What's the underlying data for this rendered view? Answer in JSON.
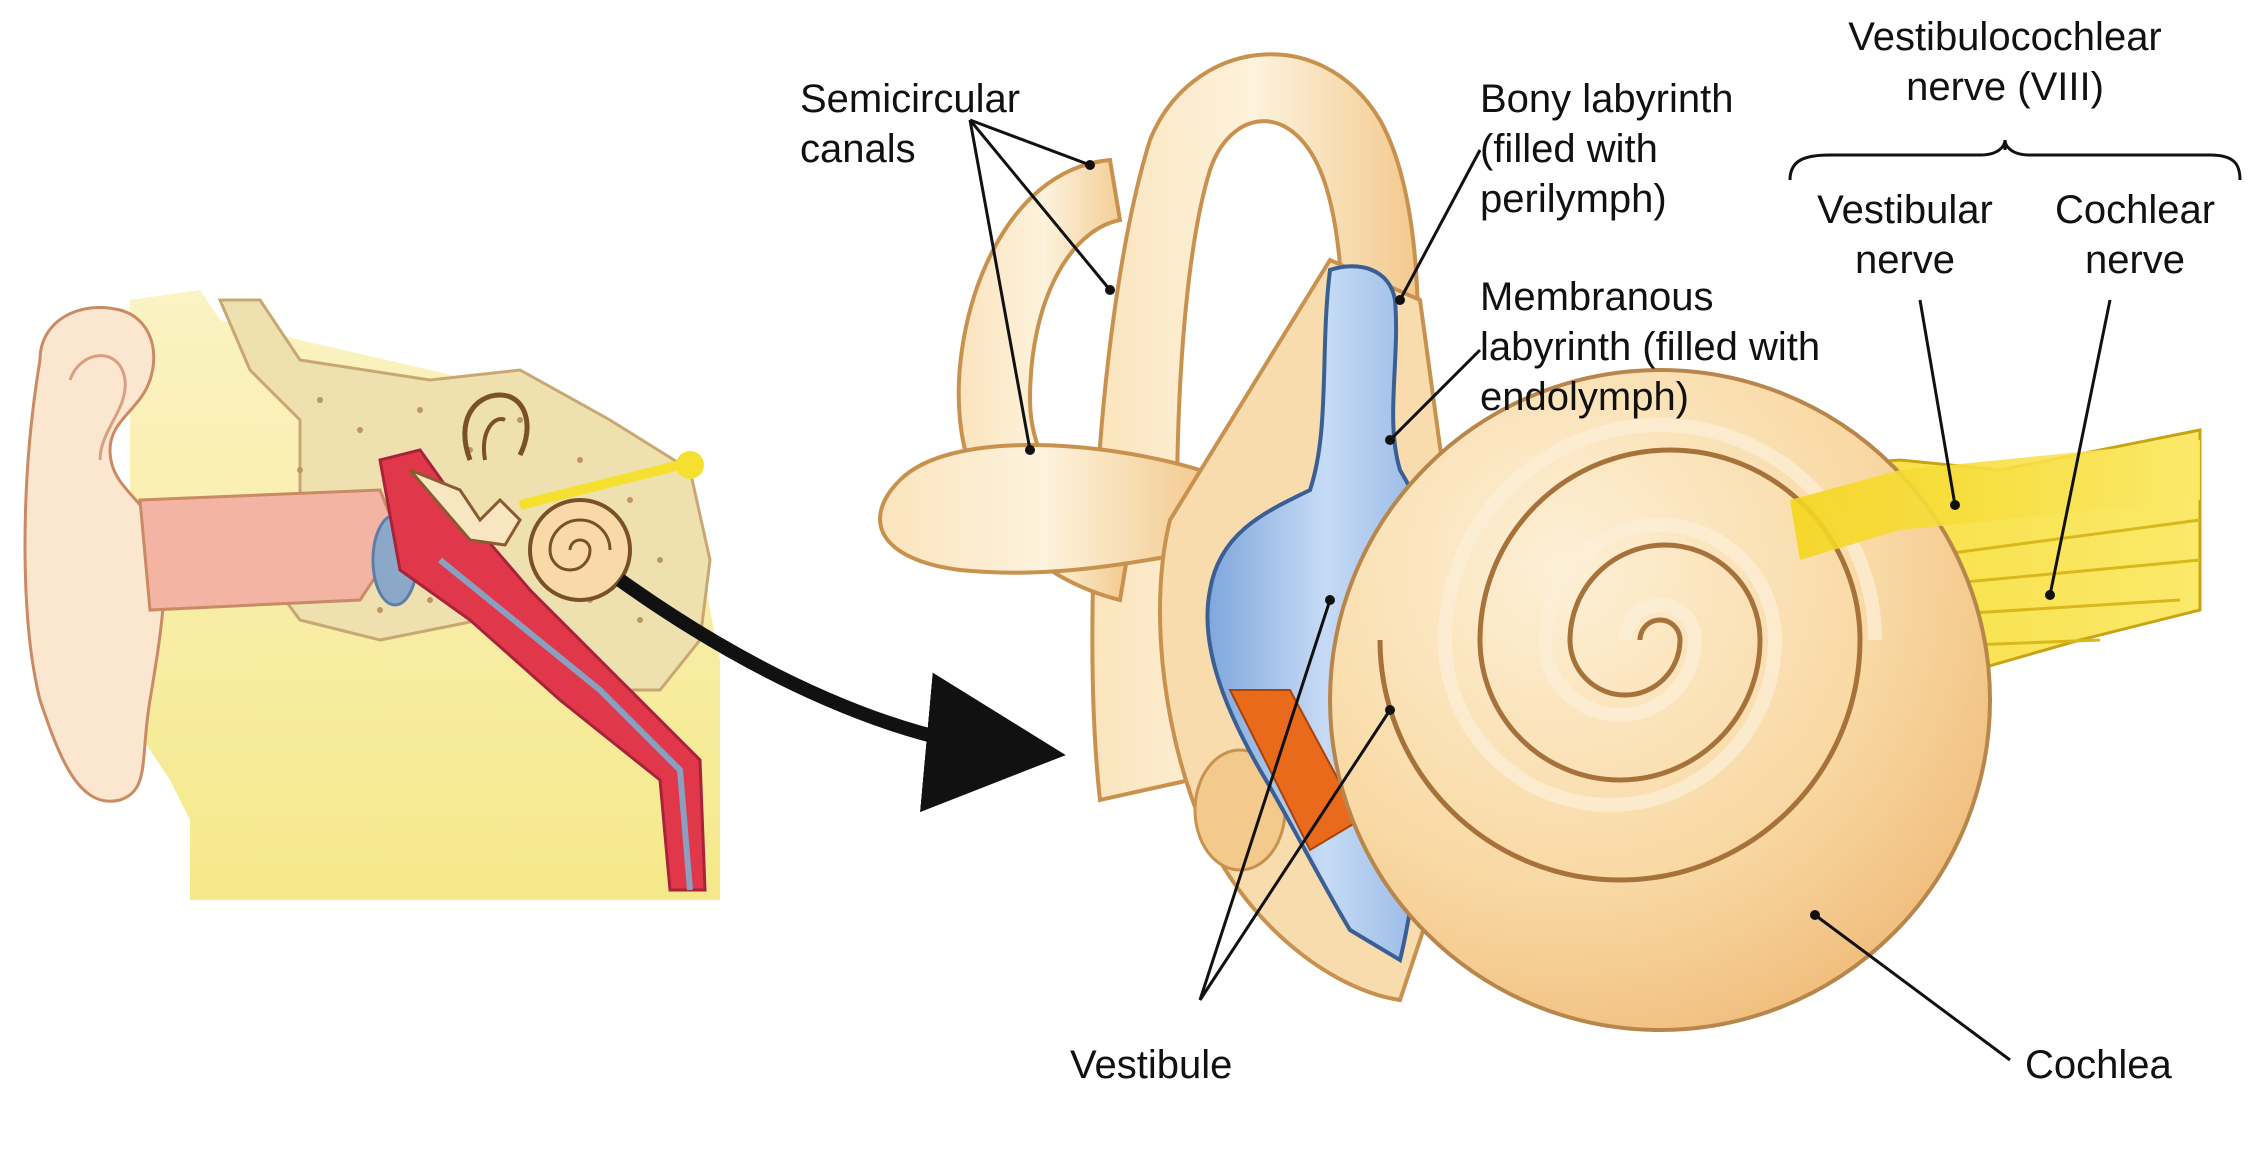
{
  "labels": {
    "semicircular_canals": [
      "Semicircular",
      "canals"
    ],
    "bony_labyrinth": [
      "Bony labyrinth",
      "(filled with",
      "perilymph)"
    ],
    "membranous_labyrinth": [
      "Membranous",
      "labyrinth (filled with",
      "endolymph)"
    ],
    "vestibulocochlear_nerve": [
      "Vestibulocochlear",
      "nerve (VIII)"
    ],
    "vestibular_nerve": [
      "Vestibular",
      "nerve"
    ],
    "cochlear_nerve": [
      "Cochlear",
      "nerve"
    ],
    "vestibule": "Vestibule",
    "cochlea": "Cochlea"
  },
  "colors": {
    "skin": "#fbe6cf",
    "bone": "#f7efa0",
    "bone_tissue": "#efe0b0",
    "canal": "#f9d9a8",
    "membranous": "#9fbfe8",
    "endolymph_duct": "#e86a1a",
    "nerve": "#f5e030",
    "artery": "#e0384a",
    "ear_canal": "#f3a8a0"
  }
}
